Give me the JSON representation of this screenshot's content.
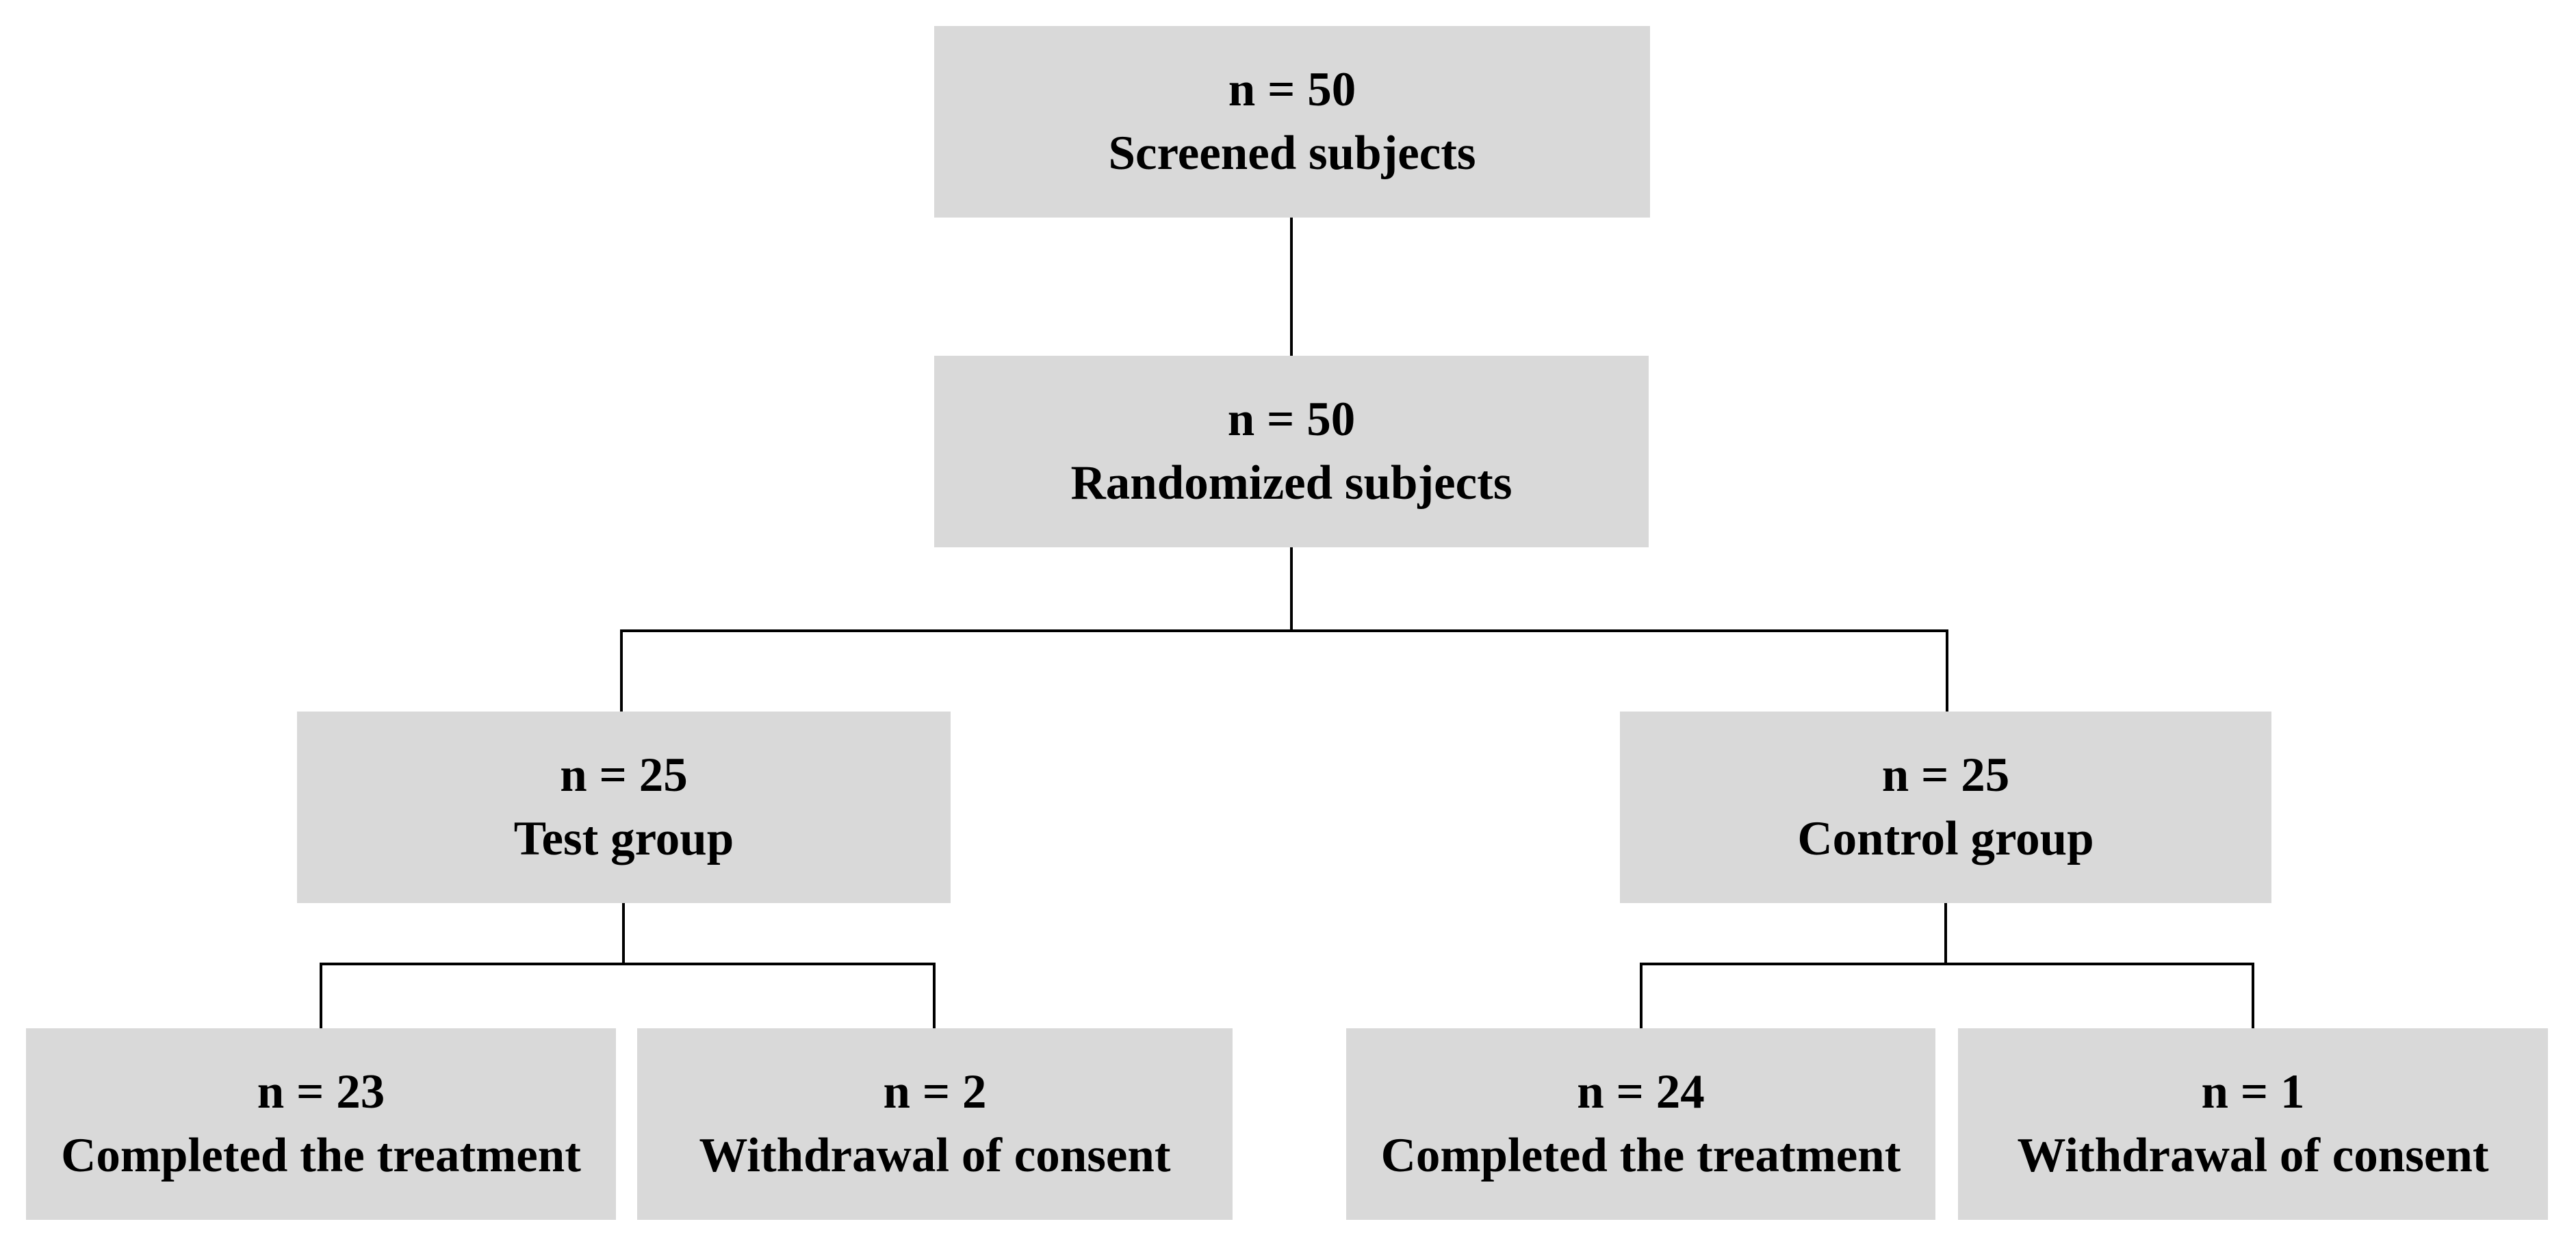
{
  "diagram": {
    "type": "flowchart",
    "description": "Subject disposition flow diagram",
    "colors": {
      "box_fill": "#d9d9d9",
      "line": "#000000",
      "text": "#000000",
      "background": "#ffffff"
    },
    "nodes": {
      "screened": {
        "n": "n = 50",
        "label": "Screened subjects"
      },
      "randomized": {
        "n": "n = 50",
        "label": "Randomized subjects"
      },
      "test": {
        "n": "n = 25",
        "label": "Test group"
      },
      "control": {
        "n": "n = 25",
        "label": "Control group"
      },
      "completed_test": {
        "n": "n = 23",
        "label": "Completed the treatment"
      },
      "withdrawal_test": {
        "n": "n = 2",
        "label": "Withdrawal of consent"
      },
      "completed_control": {
        "n": "n = 24",
        "label": "Completed the treatment"
      },
      "withdrawal_control": {
        "n": "n = 1",
        "label": "Withdrawal of consent"
      }
    },
    "edges": [
      {
        "from": "screened",
        "to": "randomized"
      },
      {
        "from": "randomized",
        "to": "test"
      },
      {
        "from": "randomized",
        "to": "control"
      },
      {
        "from": "test",
        "to": "completed_test"
      },
      {
        "from": "test",
        "to": "withdrawal_test"
      },
      {
        "from": "control",
        "to": "completed_control"
      },
      {
        "from": "control",
        "to": "withdrawal_control"
      }
    ]
  }
}
